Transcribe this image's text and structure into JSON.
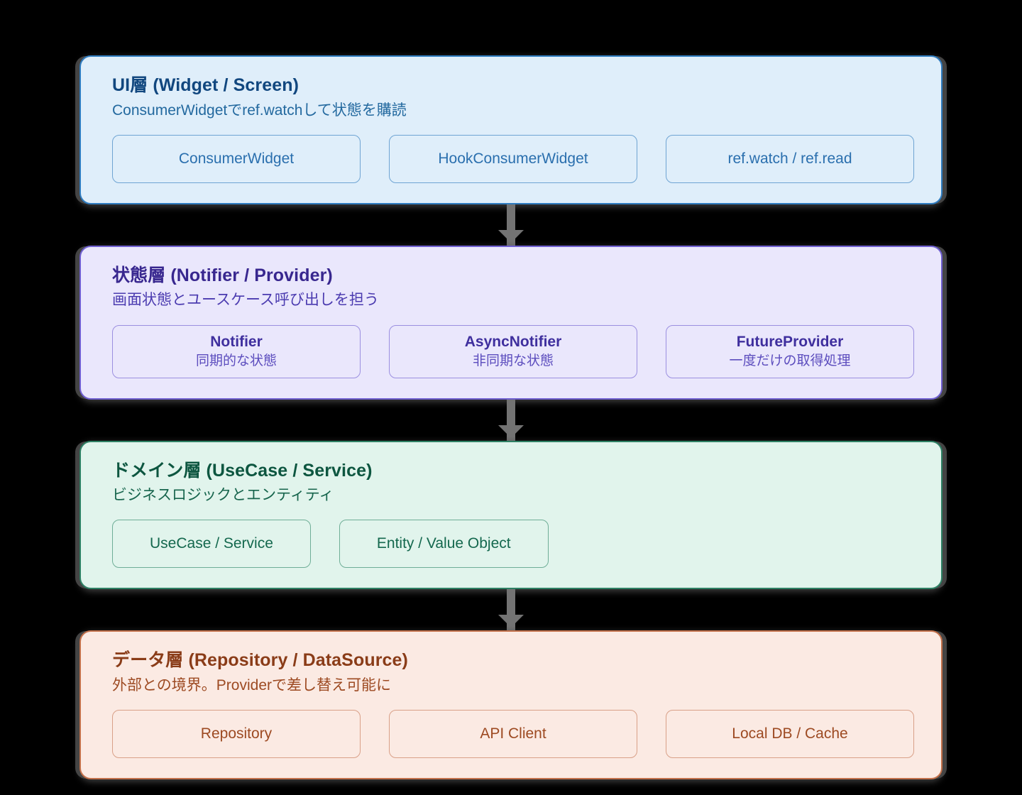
{
  "diagram": {
    "background_color": "#000000",
    "connector_color": "#737373",
    "layers": [
      {
        "id": "ui",
        "accent_color": "#2f7cc0",
        "background_color": "#dfeefa",
        "title": "UI層 (Widget / Screen)",
        "description": "ConsumerWidgetでref.watchして状態を購読",
        "chip_layout": "grid-3",
        "chips": [
          {
            "label": "ConsumerWidget",
            "sub": ""
          },
          {
            "label": "HookConsumerWidget",
            "sub": ""
          },
          {
            "label": "ref.watch / ref.read",
            "sub": ""
          }
        ]
      },
      {
        "id": "state",
        "accent_color": "#6f5fd0",
        "background_color": "#eae7fc",
        "title": "状態層 (Notifier / Provider)",
        "description": "画面状態とユースケース呼び出しを担う",
        "chip_layout": "grid-3",
        "chips": [
          {
            "label": "Notifier",
            "sub": "同期的な状態"
          },
          {
            "label": "AsyncNotifier",
            "sub": "非同期な状態"
          },
          {
            "label": "FutureProvider",
            "sub": "一度だけの取得処理"
          }
        ]
      },
      {
        "id": "domain",
        "accent_color": "#2e8064",
        "background_color": "#e1f4ec",
        "title": "ドメイン層 (UseCase / Service)",
        "description": "ビジネスロジックとエンティティ",
        "chip_layout": "auto",
        "chips": [
          {
            "label": "UseCase / Service",
            "sub": ""
          },
          {
            "label": "Entity / Value Object",
            "sub": ""
          }
        ]
      },
      {
        "id": "data",
        "accent_color": "#c2704a",
        "background_color": "#fbeae3",
        "title": "データ層 (Repository / DataSource)",
        "description": "外部との境界。Providerで差し替え可能に",
        "chip_layout": "grid-3",
        "chips": [
          {
            "label": "Repository",
            "sub": ""
          },
          {
            "label": "API Client",
            "sub": ""
          },
          {
            "label": "Local DB / Cache",
            "sub": ""
          }
        ]
      }
    ]
  }
}
